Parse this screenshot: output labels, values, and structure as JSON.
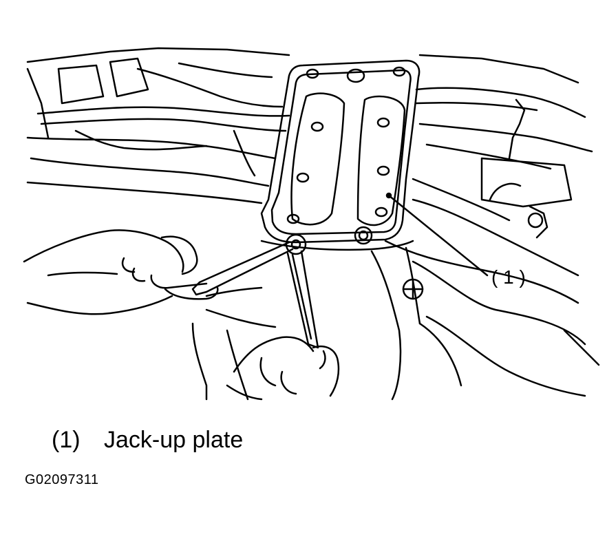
{
  "diagram": {
    "callouts": [
      {
        "id": "1",
        "label": "( 1 )"
      }
    ],
    "legend": [
      {
        "number": "(1)",
        "text": "Jack-up plate"
      }
    ],
    "figure_id": "G02097311",
    "stroke_color": "#000000",
    "background_color": "#ffffff"
  }
}
